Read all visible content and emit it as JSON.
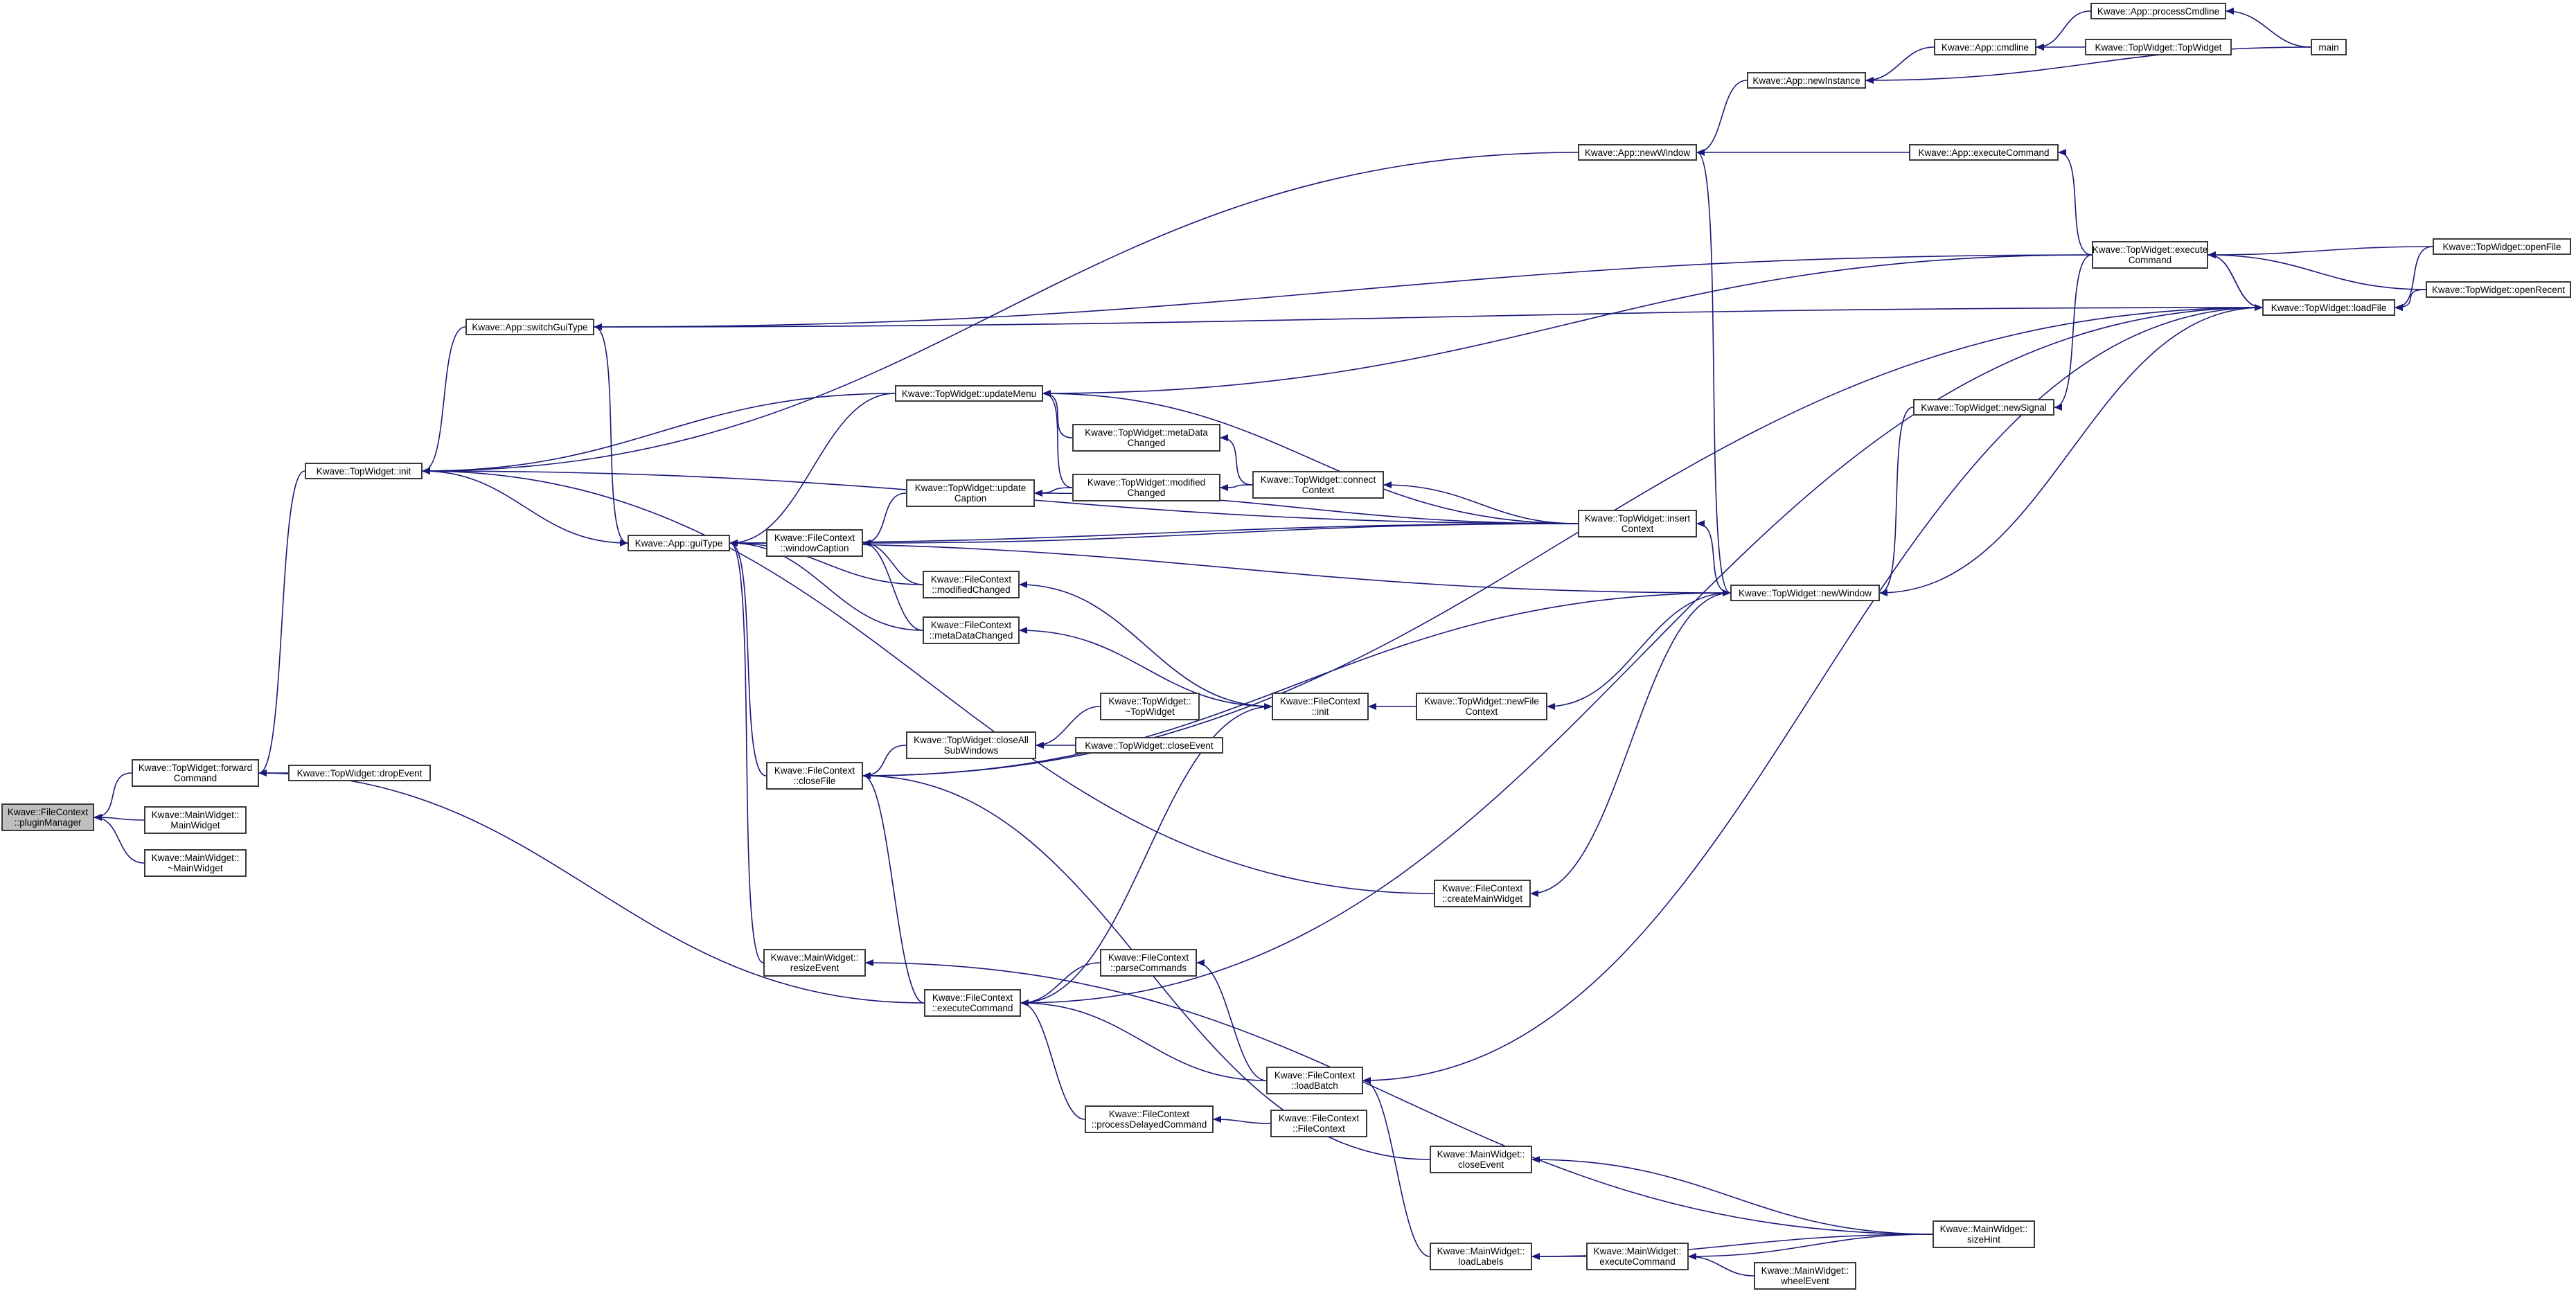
{
  "colors": {
    "edge": "#19197a",
    "node_border": "#3a3a3a",
    "focus_fill": "#bfbfbf",
    "background": "#ffffff"
  },
  "nodes": {
    "focus": {
      "label": "Kwave::FileContext\n::pluginManager"
    },
    "tw_forwardCommand": {
      "label": "Kwave::TopWidget::forward\nCommand"
    },
    "mw_MainWidget": {
      "label": "Kwave::MainWidget::\nMainWidget"
    },
    "mw_dtor": {
      "label": "Kwave::MainWidget::\n~MainWidget"
    },
    "tw_dropEvent": {
      "label": "Kwave::TopWidget::dropEvent"
    },
    "tw_init": {
      "label": "Kwave::TopWidget::init"
    },
    "app_switchGuiType": {
      "label": "Kwave::App::switchGuiType"
    },
    "app_guiType": {
      "label": "Kwave::App::guiType"
    },
    "tw_updateMenu": {
      "label": "Kwave::TopWidget::updateMenu"
    },
    "tw_metaDataChanged": {
      "label": "Kwave::TopWidget::metaData\nChanged"
    },
    "tw_updateCaption": {
      "label": "Kwave::TopWidget::update\nCaption"
    },
    "tw_modifiedChanged": {
      "label": "Kwave::TopWidget::modified\nChanged"
    },
    "tw_connectContext": {
      "label": "Kwave::TopWidget::connect\nContext"
    },
    "fc_windowCaption": {
      "label": "Kwave::FileContext\n::windowCaption"
    },
    "fc_modifiedChanged": {
      "label": "Kwave::FileContext\n::modifiedChanged"
    },
    "fc_metaDataChanged": {
      "label": "Kwave::FileContext\n::metaDataChanged"
    },
    "fc_closeFile": {
      "label": "Kwave::FileContext\n::closeFile"
    },
    "tw_closeAllSubWindows": {
      "label": "Kwave::TopWidget::closeAll\nSubWindows"
    },
    "tw_dtor": {
      "label": "Kwave::TopWidget::\n~TopWidget"
    },
    "tw_closeEvent": {
      "label": "Kwave::TopWidget::closeEvent"
    },
    "fc_init": {
      "label": "Kwave::FileContext\n::init"
    },
    "tw_newFileContext": {
      "label": "Kwave::TopWidget::newFile\nContext"
    },
    "tw_insertContext": {
      "label": "Kwave::TopWidget::insert\nContext"
    },
    "tw_newWindow": {
      "label": "Kwave::TopWidget::newWindow"
    },
    "fc_createMainWidget": {
      "label": "Kwave::FileContext\n::createMainWidget"
    },
    "mw_resizeEvent": {
      "label": "Kwave::MainWidget::\nresizeEvent"
    },
    "fc_executeCommand": {
      "label": "Kwave::FileContext\n::executeCommand"
    },
    "fc_parseCommands": {
      "label": "Kwave::FileContext\n::parseCommands"
    },
    "fc_loadBatch": {
      "label": "Kwave::FileContext\n::loadBatch"
    },
    "fc_processDelayed": {
      "label": "Kwave::FileContext\n::processDelayedCommand"
    },
    "fc_ctor": {
      "label": "Kwave::FileContext\n::FileContext"
    },
    "mw_closeEvent": {
      "label": "Kwave::MainWidget::\ncloseEvent"
    },
    "mw_loadLabels": {
      "label": "Kwave::MainWidget::\nloadLabels"
    },
    "mw_executeCommand": {
      "label": "Kwave::MainWidget::\nexecuteCommand"
    },
    "mw_wheelEvent": {
      "label": "Kwave::MainWidget::\nwheelEvent"
    },
    "mw_sizeHint": {
      "label": "Kwave::MainWidget::\nsizeHint"
    },
    "app_newWindow": {
      "label": "Kwave::App::newWindow"
    },
    "app_executeCommand": {
      "label": "Kwave::App::executeCommand"
    },
    "app_newInstance": {
      "label": "Kwave::App::newInstance"
    },
    "app_cmdline": {
      "label": "Kwave::App::cmdline"
    },
    "app_processCmdline": {
      "label": "Kwave::App::processCmdline"
    },
    "tw_ctor": {
      "label": "Kwave::TopWidget::TopWidget"
    },
    "main": {
      "label": "main"
    },
    "tw_executeCommand": {
      "label": "Kwave::TopWidget::execute\nCommand"
    },
    "tw_openFile": {
      "label": "Kwave::TopWidget::openFile"
    },
    "tw_loadFile": {
      "label": "Kwave::TopWidget::loadFile"
    },
    "tw_openRecent": {
      "label": "Kwave::TopWidget::openRecent"
    },
    "tw_newSignal": {
      "label": "Kwave::TopWidget::newSignal"
    }
  },
  "edges": [
    [
      "tw_forwardCommand",
      "focus"
    ],
    [
      "mw_MainWidget",
      "focus"
    ],
    [
      "mw_dtor",
      "focus"
    ],
    [
      "tw_dropEvent",
      "tw_forwardCommand"
    ],
    [
      "tw_init",
      "tw_forwardCommand"
    ],
    [
      "fc_executeCommand",
      "tw_forwardCommand"
    ],
    [
      "app_switchGuiType",
      "tw_init"
    ],
    [
      "app_newWindow",
      "tw_init"
    ],
    [
      "app_guiType",
      "tw_init"
    ],
    [
      "tw_updateMenu",
      "tw_init"
    ],
    [
      "tw_insertContext",
      "tw_init"
    ],
    [
      "fc_createMainWidget",
      "tw_init"
    ],
    [
      "tw_loadFile",
      "app_switchGuiType"
    ],
    [
      "tw_executeCommand",
      "app_switchGuiType"
    ],
    [
      "app_switchGuiType",
      "app_guiType"
    ],
    [
      "fc_windowCaption",
      "app_guiType"
    ],
    [
      "tw_updateMenu",
      "app_guiType"
    ],
    [
      "fc_modifiedChanged",
      "app_guiType"
    ],
    [
      "fc_metaDataChanged",
      "app_guiType"
    ],
    [
      "fc_closeFile",
      "app_guiType"
    ],
    [
      "mw_resizeEvent",
      "app_guiType"
    ],
    [
      "tw_newWindow",
      "app_guiType"
    ],
    [
      "tw_insertContext",
      "app_guiType"
    ],
    [
      "tw_metaDataChanged",
      "tw_updateMenu"
    ],
    [
      "tw_modifiedChanged",
      "tw_updateMenu"
    ],
    [
      "tw_executeCommand",
      "tw_updateMenu"
    ],
    [
      "tw_insertContext",
      "tw_updateMenu"
    ],
    [
      "tw_modifiedChanged",
      "tw_updateCaption"
    ],
    [
      "tw_insertContext",
      "tw_updateCaption"
    ],
    [
      "tw_connectContext",
      "tw_metaDataChanged"
    ],
    [
      "tw_connectContext",
      "tw_modifiedChanged"
    ],
    [
      "tw_insertContext",
      "tw_connectContext"
    ],
    [
      "tw_updateCaption",
      "fc_windowCaption"
    ],
    [
      "fc_modifiedChanged",
      "fc_windowCaption"
    ],
    [
      "fc_metaDataChanged",
      "fc_windowCaption"
    ],
    [
      "tw_insertContext",
      "fc_windowCaption"
    ],
    [
      "fc_init",
      "fc_modifiedChanged"
    ],
    [
      "fc_init",
      "fc_metaDataChanged"
    ],
    [
      "tw_newFileContext",
      "fc_init"
    ],
    [
      "tw_closeAllSubWindows",
      "fc_closeFile"
    ],
    [
      "tw_dtor",
      "tw_closeAllSubWindows"
    ],
    [
      "tw_closeEvent",
      "tw_closeAllSubWindows"
    ],
    [
      "fc_executeCommand",
      "fc_closeFile"
    ],
    [
      "mw_closeEvent",
      "fc_closeFile"
    ],
    [
      "tw_newWindow",
      "fc_closeFile"
    ],
    [
      "tw_loadFile",
      "fc_closeFile"
    ],
    [
      "tw_newWindow",
      "tw_newFileContext"
    ],
    [
      "tw_newWindow",
      "tw_insertContext"
    ],
    [
      "app_newWindow",
      "tw_newWindow"
    ],
    [
      "tw_loadFile",
      "tw_newWindow"
    ],
    [
      "tw_newSignal",
      "tw_newWindow"
    ],
    [
      "tw_newWindow",
      "fc_createMainWidget"
    ],
    [
      "fc_executeCommand",
      "fc_init"
    ],
    [
      "fc_parseCommands",
      "fc_executeCommand"
    ],
    [
      "fc_loadBatch",
      "fc_executeCommand"
    ],
    [
      "fc_processDelayed",
      "fc_executeCommand"
    ],
    [
      "tw_loadFile",
      "fc_executeCommand"
    ],
    [
      "fc_loadBatch",
      "fc_parseCommands"
    ],
    [
      "fc_ctor",
      "fc_processDelayed"
    ],
    [
      "tw_loadFile",
      "fc_loadBatch"
    ],
    [
      "mw_loadLabels",
      "fc_loadBatch"
    ],
    [
      "mw_sizeHint",
      "mw_resizeEvent"
    ],
    [
      "mw_sizeHint",
      "mw_closeEvent"
    ],
    [
      "mw_executeCommand",
      "mw_loadLabels"
    ],
    [
      "mw_wheelEvent",
      "mw_executeCommand"
    ],
    [
      "mw_sizeHint",
      "mw_executeCommand"
    ],
    [
      "mw_sizeHint",
      "mw_loadLabels"
    ],
    [
      "app_newInstance",
      "app_newWindow"
    ],
    [
      "app_executeCommand",
      "app_newWindow"
    ],
    [
      "tw_executeCommand",
      "app_executeCommand"
    ],
    [
      "app_cmdline",
      "app_newInstance"
    ],
    [
      "main",
      "app_newInstance"
    ],
    [
      "app_processCmdline",
      "app_cmdline"
    ],
    [
      "tw_ctor",
      "app_cmdline"
    ],
    [
      "main",
      "app_processCmdline"
    ],
    [
      "tw_openFile",
      "tw_executeCommand"
    ],
    [
      "tw_openRecent",
      "tw_executeCommand"
    ],
    [
      "tw_loadFile",
      "tw_executeCommand"
    ],
    [
      "tw_openFile",
      "tw_loadFile"
    ],
    [
      "tw_openRecent",
      "tw_loadFile"
    ],
    [
      "tw_executeCommand",
      "tw_loadFile"
    ],
    [
      "tw_executeCommand",
      "tw_newSignal"
    ]
  ]
}
